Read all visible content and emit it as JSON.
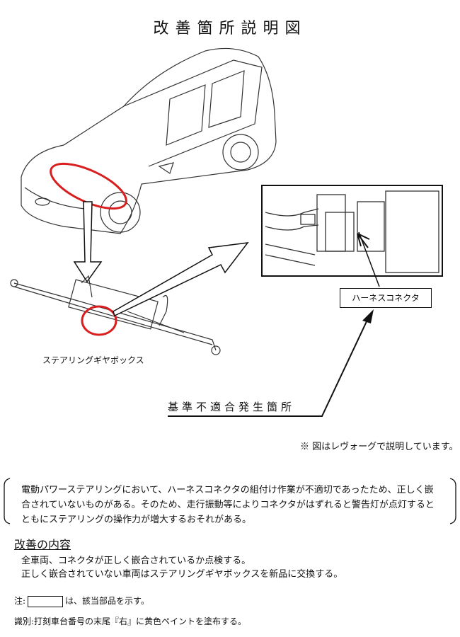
{
  "title": "改善箇所説明図",
  "callouts": {
    "harness_connector": "ハーネスコネクタ",
    "steering_gearbox": "ステアリングギヤボックス",
    "defect_location": "基準不適合発生箇所",
    "illustration_note": "※ 図はレヴォーグで説明しています。"
  },
  "description": "電動パワーステアリングにおいて、ハーネスコネクタの組付け作業が不適切であったため、正しく嵌合されていないものがある。そのため、走行振動等によりコネクタがはずれると警告灯が点灯するとともにステアリングの操作力が増大するおそれがある。",
  "improvement": {
    "heading": "改善の内容",
    "lines": [
      "全車両、コネクタが正しく嵌合されているか点検する。",
      "正しく嵌合されていない車両はステアリングギヤボックスを新品に交換する。"
    ]
  },
  "note": {
    "prefix": "注:",
    "suffix": "は、該当部品を示す。"
  },
  "identification": "識別:打刻車台番号の末尾『右』に黄色ペイントを塗布する。",
  "colors": {
    "highlight": "#d81e1e"
  }
}
